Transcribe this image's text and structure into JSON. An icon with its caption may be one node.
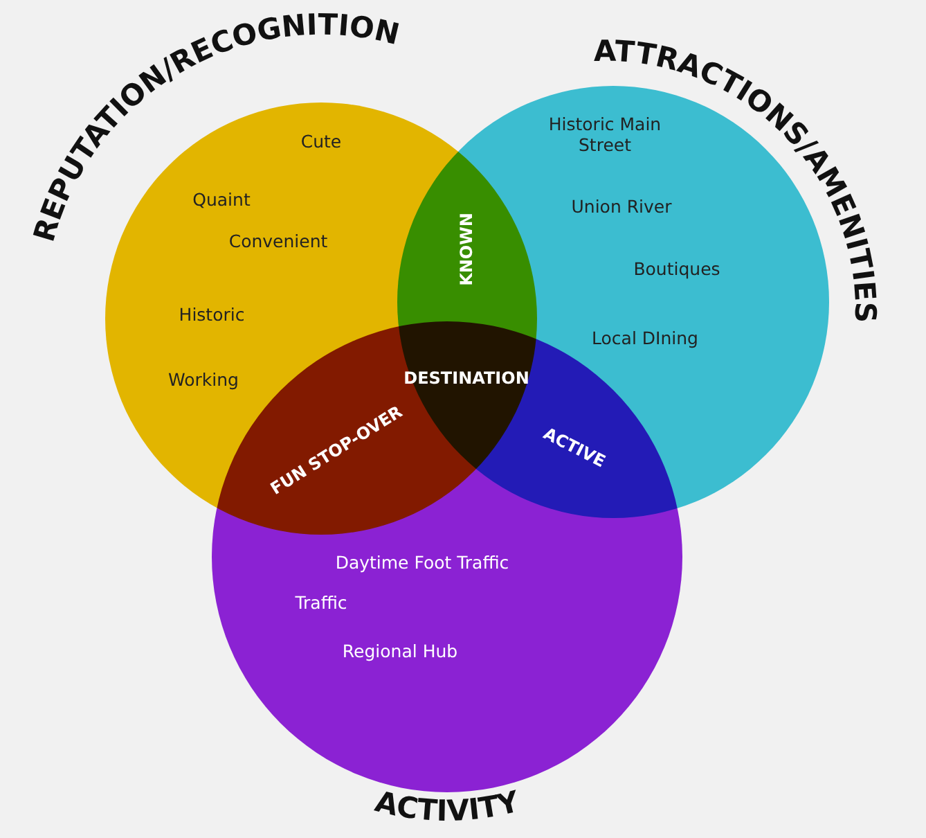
{
  "diagram": {
    "nodes": [
      {
        "text": [
          "REPUTATION/RECOGNITION",
          "Cute",
          "Quaint",
          "Convenient",
          "Historic",
          "Working"
        ]
      },
      {
        "text": [
          "ATTRACTIONS/AMENITIES",
          "Historic Main Street",
          "Union River",
          "Boutiques",
          "Local DIning"
        ]
      },
      {
        "text": [
          "Daytime Foot Traffic",
          "Traffic",
          "Regional Hub",
          "ACTIVITY"
        ]
      }
    ],
    "labels": [
      "KNOWN",
      "DESTINATION",
      "FUN STOP-OVER",
      "ACTIVE"
    ]
  }
}
